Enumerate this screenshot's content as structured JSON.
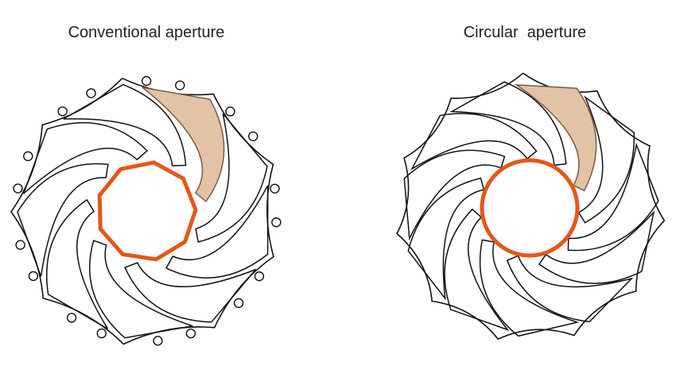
{
  "diagrams": [
    {
      "caption": "Conventional aperture",
      "opening_shape": "nonagon",
      "blade_count": 9
    },
    {
      "caption": "Circular  aperture",
      "opening_shape": "circle",
      "blade_count": 11
    }
  ],
  "colors": {
    "outline": "#111111",
    "opening": "#e5561a",
    "highlight_fill": "#e3c3a6",
    "highlight_stroke": "#7a5a40",
    "background": "#ffffff"
  }
}
